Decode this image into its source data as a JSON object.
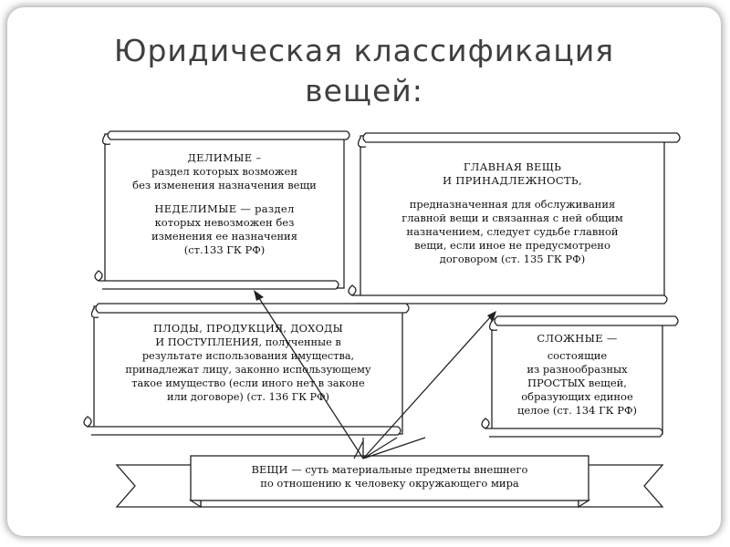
{
  "slide": {
    "title": [
      "Юридическая классификация",
      "вещей:"
    ]
  },
  "boxes": {
    "divisible": {
      "heading": "ДЕЛИМЫЕ –",
      "lines": [
        "раздел которых возможен",
        "без изменения назначения вещи"
      ],
      "heading2": "НЕДЕЛИМЫЕ — раздел",
      "lines2": [
        "которых невозможен без",
        "изменения ее назначения",
        "(ст.133 ГК РФ)"
      ]
    },
    "main_thing": {
      "heading": [
        "ГЛАВНАЯ ВЕЩЬ",
        "И ПРИНАДЛЕЖНОСТЬ,"
      ],
      "lines": [
        "предназначенная для обслуживания",
        "главной вещи и связанная с ней общим",
        "назначением, следует судьбе главной",
        "вещи, если иное не предусмотрено",
        "договором (ст. 135 ГК РФ)"
      ]
    },
    "fruits": {
      "lines": [
        "ПЛОДЫ, ПРОДУКЦИЯ, ДОХОДЫ",
        "И ПОСТУПЛЕНИЯ, полученные в",
        "результате использования имущества,",
        "принадлежат лицу, законно использующему",
        "такое имущество (если иного нет в законе",
        "или договоре) (ст. 136 ГК РФ)"
      ]
    },
    "complex": {
      "heading": "СЛОЖНЫЕ —",
      "lines": [
        "состоящие",
        "из разнообразных",
        "ПРОСТЫХ вещей,",
        "образующих единое",
        "целое (ст. 134 ГК РФ)"
      ]
    },
    "things": {
      "lines": [
        "ВЕЩИ — суть материальные предметы внешнего",
        "по отношению к человеку окружающего мира"
      ]
    }
  }
}
